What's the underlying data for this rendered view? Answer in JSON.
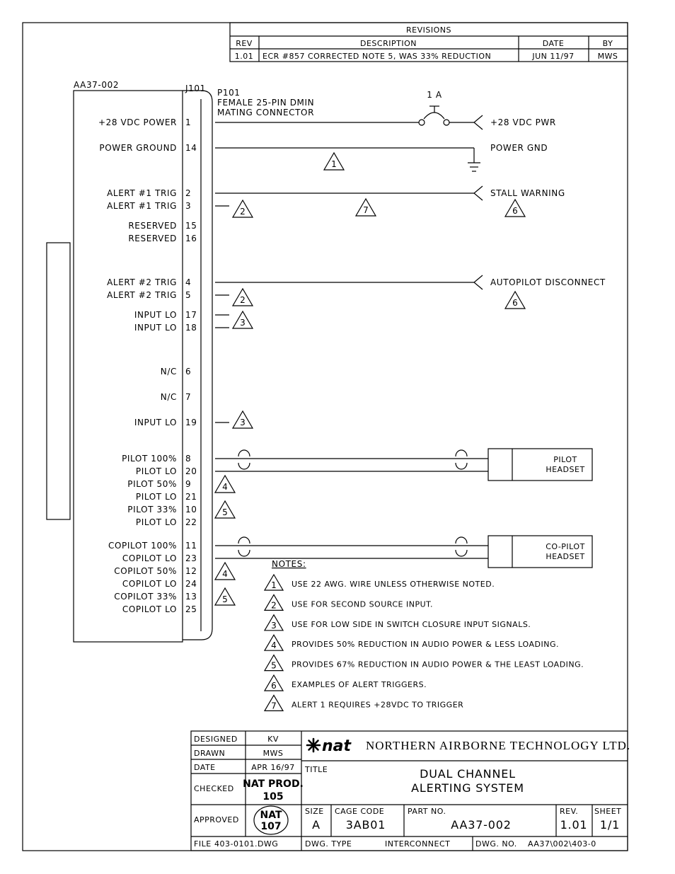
{
  "revisions": {
    "title": "REVISIONS",
    "headers": {
      "rev": "REV",
      "description": "DESCRIPTION",
      "date": "DATE",
      "by": "BY"
    },
    "row": {
      "rev": "1.01",
      "description": "ECR #857 CORRECTED NOTE 5, WAS 33% REDUCTION",
      "date": "JUN 11/97",
      "by": "MWS"
    }
  },
  "unit": {
    "label": "AA37-002",
    "jack": "J101",
    "plug": "P101",
    "plug_desc_1": "FEMALE 25-PIN DMIN",
    "plug_desc_2": "MATING CONNECTOR"
  },
  "pins": [
    {
      "name": "+28 VDC POWER",
      "num": "1"
    },
    {
      "name": "POWER GROUND",
      "num": "14"
    },
    {
      "name": "ALERT #1 TRIG",
      "num": "2"
    },
    {
      "name": "ALERT #1 TRIG",
      "num": "3"
    },
    {
      "name": "RESERVED",
      "num": "15"
    },
    {
      "name": "RESERVED",
      "num": "16"
    },
    {
      "name": "ALERT #2 TRIG",
      "num": "4"
    },
    {
      "name": "ALERT #2 TRIG",
      "num": "5"
    },
    {
      "name": "INPUT LO",
      "num": "17"
    },
    {
      "name": "INPUT LO",
      "num": "18"
    },
    {
      "name": "N/C",
      "num": "6"
    },
    {
      "name": "N/C",
      "num": "7"
    },
    {
      "name": "INPUT LO",
      "num": "19"
    },
    {
      "name": "PILOT 100%",
      "num": "8"
    },
    {
      "name": "PILOT LO",
      "num": "20"
    },
    {
      "name": "PILOT 50%",
      "num": "9"
    },
    {
      "name": "PILOT LO",
      "num": "21"
    },
    {
      "name": "PILOT 33%",
      "num": "10"
    },
    {
      "name": "PILOT LO",
      "num": "22"
    },
    {
      "name": "COPILOT 100%",
      "num": "11"
    },
    {
      "name": "COPILOT LO",
      "num": "23"
    },
    {
      "name": "COPILOT 50%",
      "num": "12"
    },
    {
      "name": "COPILOT LO",
      "num": "24"
    },
    {
      "name": "COPILOT 33%",
      "num": "13"
    },
    {
      "name": "COPILOT LO",
      "num": "25"
    }
  ],
  "wiring": {
    "breaker": "1 A",
    "power_label": "+28 VDC PWR",
    "ground_label": "POWER GND",
    "stall_label": "STALL WARNING",
    "autopilot_label": "AUTOPILOT DISCONNECT",
    "pilot_headset_1": "PILOT",
    "pilot_headset_2": "HEADSET",
    "copilot_headset_1": "CO-PILOT",
    "copilot_headset_2": "HEADSET"
  },
  "callouts": {
    "n1": "1",
    "n2": "2",
    "n3": "3",
    "n4": "4",
    "n5": "5",
    "n6": "6",
    "n7": "7"
  },
  "notes": {
    "heading": "NOTES:",
    "items": [
      {
        "num": "1",
        "text": "USE 22 AWG. WIRE UNLESS OTHERWISE NOTED."
      },
      {
        "num": "2",
        "text": "USE FOR SECOND SOURCE INPUT."
      },
      {
        "num": "3",
        "text": "USE FOR LOW SIDE IN SWITCH CLOSURE INPUT SIGNALS."
      },
      {
        "num": "4",
        "text": "PROVIDES 50% REDUCTION IN AUDIO POWER & LESS LOADING."
      },
      {
        "num": "5",
        "text": "PROVIDES 67% REDUCTION IN AUDIO POWER & THE LEAST LOADING."
      },
      {
        "num": "6",
        "text": "EXAMPLES OF ALERT TRIGGERS."
      },
      {
        "num": "7",
        "text": "ALERT 1 REQUIRES +28VDC TO TRIGGER"
      }
    ]
  },
  "title_block": {
    "designed_label": "DESIGNED",
    "designed": "KV",
    "drawn_label": "DRAWN",
    "drawn": "MWS",
    "date_label": "DATE",
    "date": "APR 16/97",
    "checked_label": "CHECKED",
    "checked_1": "NAT PROD.",
    "checked_2": "105",
    "approved_label": "APPROVED",
    "approved_1": "NAT",
    "approved_2": "107",
    "logo": "nat",
    "company": "NORTHERN AIRBORNE TECHNOLOGY LTD.",
    "title_label": "TITLE",
    "title_1": "DUAL CHANNEL",
    "title_2": "ALERTING SYSTEM",
    "size_label": "SIZE",
    "size": "A",
    "cage_label": "CAGE CODE",
    "cage": "3AB01",
    "part_label": "PART NO.",
    "part": "AA37-002",
    "rev_label": "REV.",
    "rev": "1.01",
    "sheet_label": "SHEET",
    "sheet": "1/1",
    "file_label": "FILE",
    "file": "403-0101.DWG",
    "dwg_type_label": "DWG. TYPE",
    "dwg_type": "INTERCONNECT",
    "dwg_no_label": "DWG. NO.",
    "dwg_no": "AA37\\002\\403-0"
  }
}
